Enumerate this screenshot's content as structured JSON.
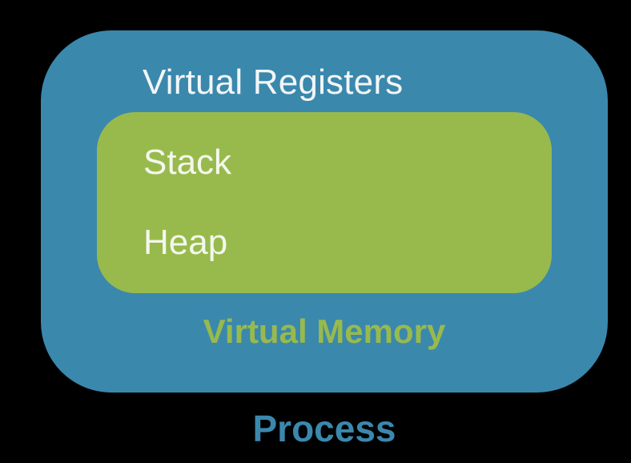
{
  "diagram": {
    "process_label": "Process",
    "virtual_registers_label": "Virtual Registers",
    "stack_label": "Stack",
    "heap_label": "Heap",
    "virtual_memory_label": "Virtual Memory"
  },
  "colors": {
    "background": "#000000",
    "process_fill": "#3b88ad",
    "memory_fill": "#98ba4d",
    "process_caption": "#3b88ad",
    "memory_caption": "#98ba4d",
    "inner_text": "#f3f6f7"
  }
}
